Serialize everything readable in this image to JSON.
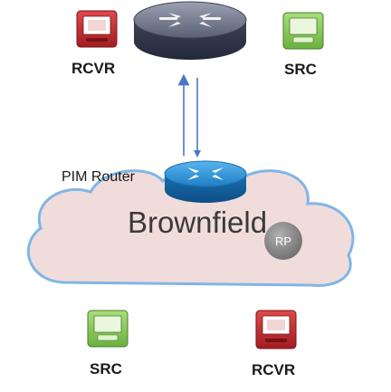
{
  "labels": {
    "top_left_host": "RCVR",
    "top_right_host": "SRC",
    "bottom_left_host": "SRC",
    "bottom_right_host": "RCVR",
    "pim_router": "PIM Router",
    "cloud": "Brownfield",
    "rp_badge": "RP"
  },
  "icons": {
    "core_router": "router-icon",
    "pim_router": "router-icon",
    "receiver": "computer-icon",
    "source": "computer-icon"
  },
  "colors": {
    "receiver": "#c8282d",
    "source": "#8ccc5e",
    "pim_router": "#1f7fc4",
    "core_router": "#4e5566",
    "cloud_fill": "#f1dcdc",
    "cloud_border": "#7fb6e6",
    "rp_badge": "#8a8a8a",
    "arrows": "#4a76c4"
  }
}
